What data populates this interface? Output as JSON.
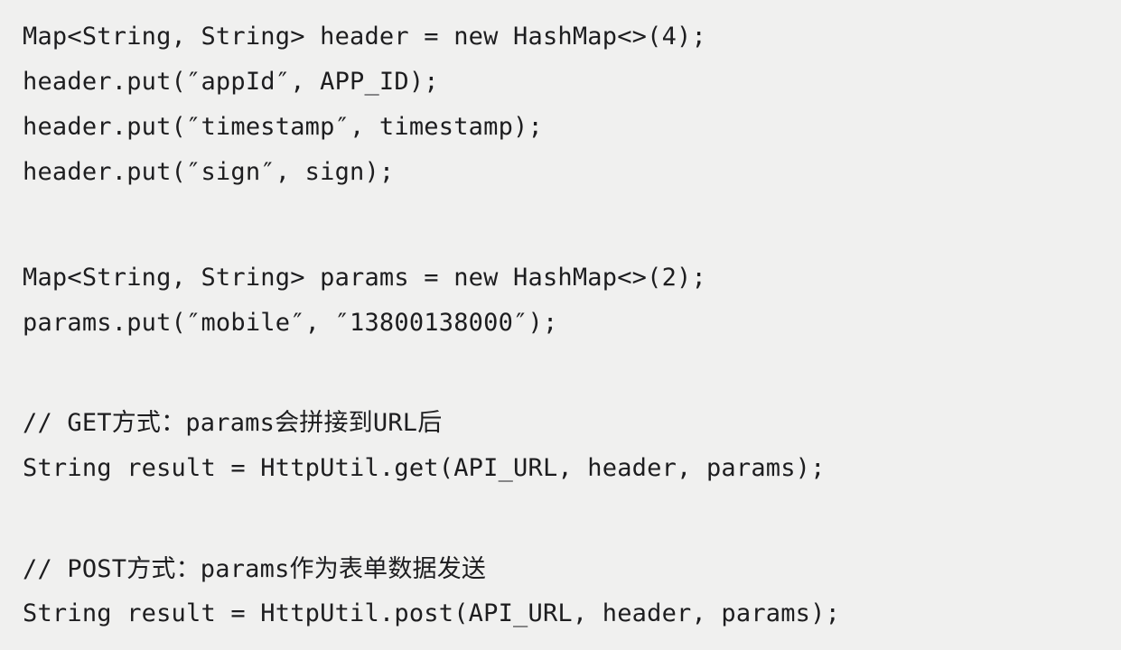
{
  "page": {
    "background_color": "#f0f0ef",
    "text_color": "#1d1d1f"
  },
  "code": {
    "lines": [
      {
        "text": "Map<String, String> header = new HashMap<>(4);"
      },
      {
        "text": "header.put(″appId″, APP_ID);"
      },
      {
        "text": "header.put(″timestamp″, timestamp);"
      },
      {
        "text": "header.put(″sign″, sign);"
      },
      {
        "text": "Map<String, String> params = new HashMap<>(2);"
      },
      {
        "text": "params.put(″mobile″, ″13800138000″);"
      },
      {
        "text": "// GET方式：params会拼接到URL后"
      },
      {
        "text": "String result = HttpUtil.get(API_URL, header, params);"
      },
      {
        "text": "// POST方式：params作为表单数据发送"
      },
      {
        "text": "String result = HttpUtil.post(API_URL, header, params);"
      }
    ]
  }
}
